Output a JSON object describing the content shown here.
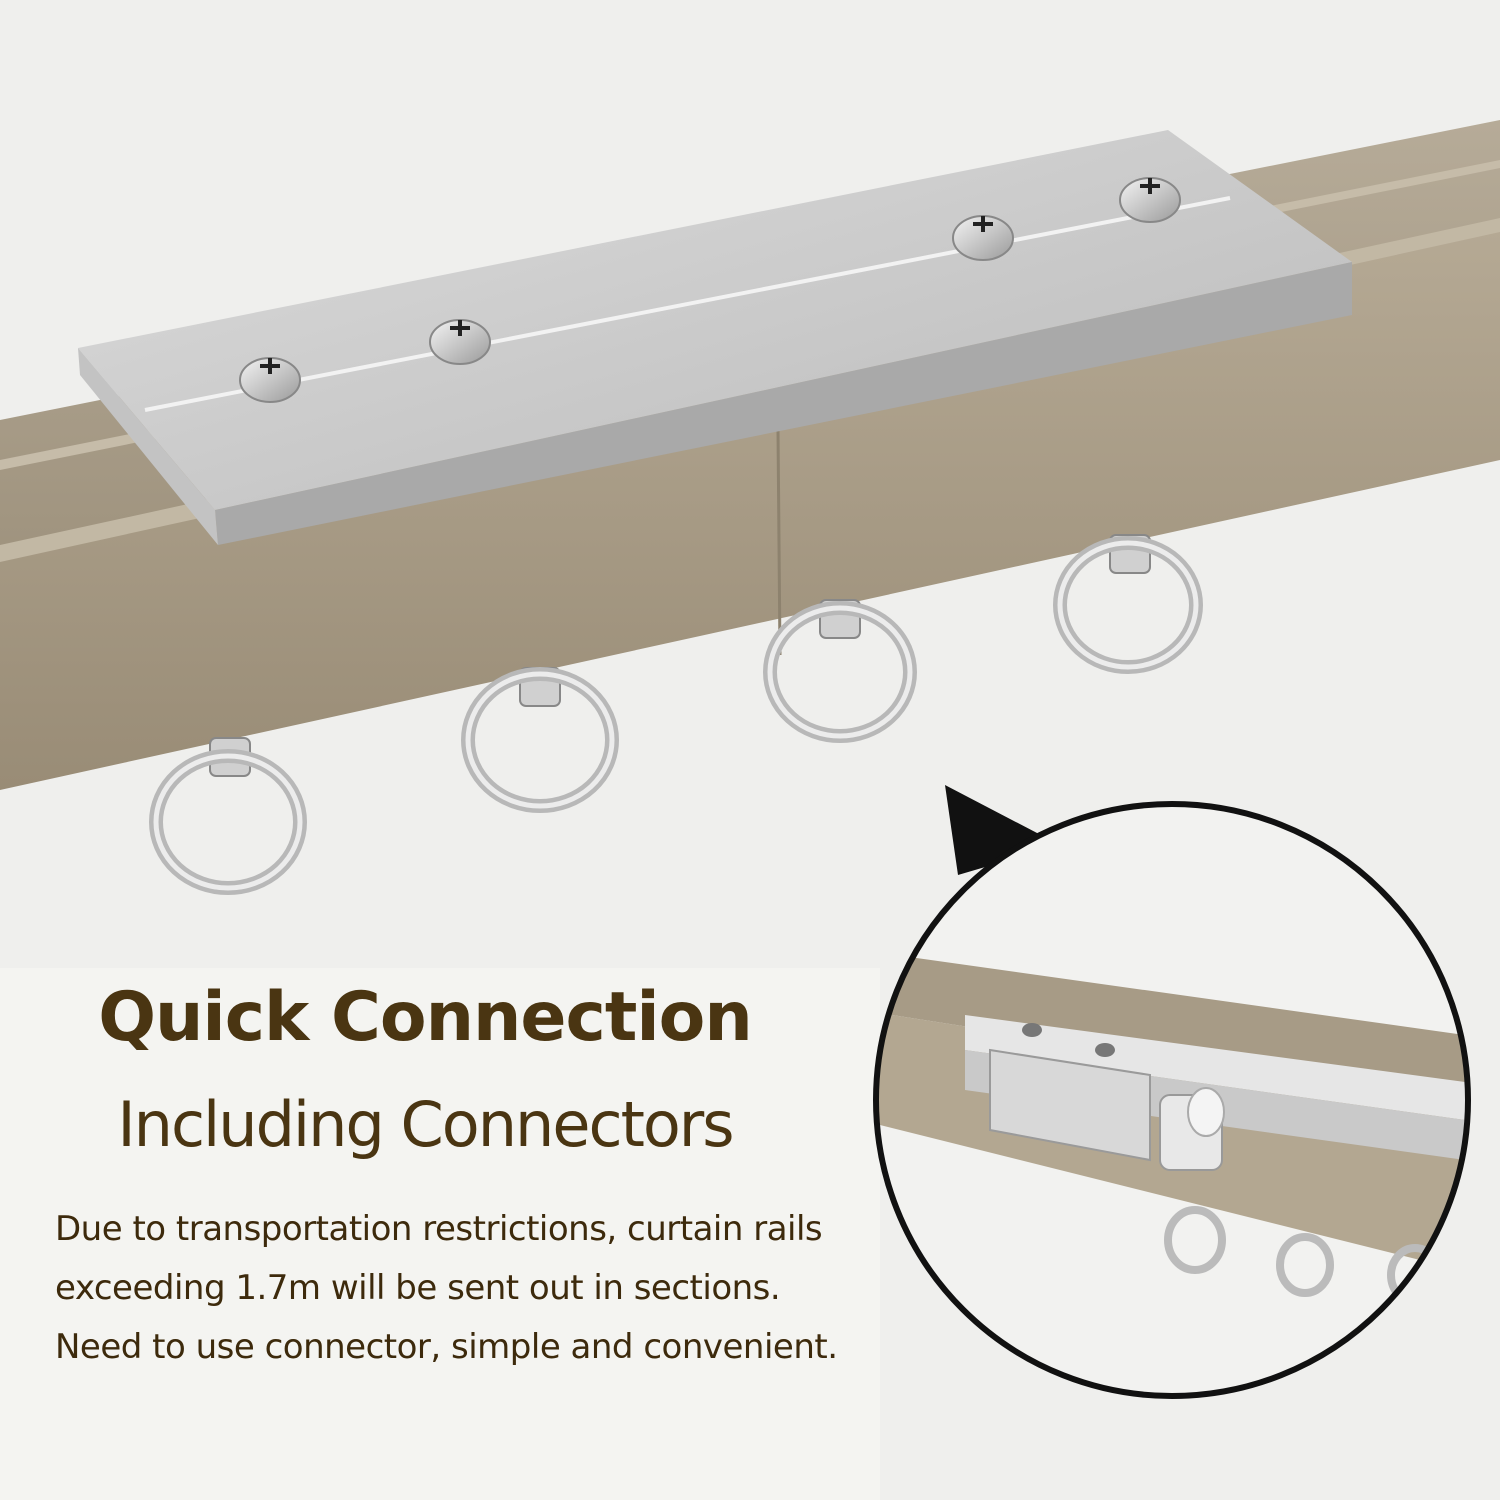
{
  "headline": "Quick Connection",
  "subheadline": "Including Connectors",
  "description": [
    "Due to transportation restrictions, curtain rails",
    "exceeding 1.7m will be sent out in sections.",
    "Need to use connector, simple and convenient."
  ],
  "colors": {
    "background": "#efefed",
    "rail": "#a69a85",
    "connector": "#c9c9c9",
    "text": "#4a3512"
  },
  "icons": [
    "phillips-screw-icon",
    "ring-hook-icon",
    "magnifier-pointer-icon"
  ]
}
